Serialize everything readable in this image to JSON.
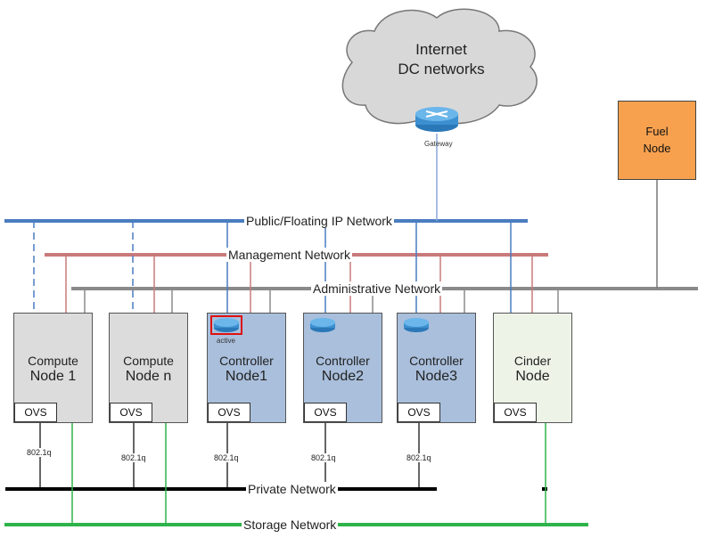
{
  "cloud": {
    "line1": "Internet",
    "line2": "DC networks"
  },
  "gateway": {
    "label": "Gateway"
  },
  "fuel": {
    "line1": "Fuel",
    "line2": "Node"
  },
  "networks": {
    "public": "Public/Floating IP Network",
    "management": "Management Network",
    "administrative": "Administrative Network",
    "private": "Private Network",
    "storage": "Storage Network"
  },
  "nodes": [
    {
      "line1": "Compute",
      "line2": "Node 1",
      "ovs": "OVS",
      "vlan": "802.1q"
    },
    {
      "line1": "Compute",
      "line2": "Node n",
      "ovs": "OVS",
      "vlan": "802.1q"
    },
    {
      "line1": "Controller",
      "line2": "Node1",
      "ovs": "OVS",
      "vlan": "802.1q",
      "router_label": "active"
    },
    {
      "line1": "Controller",
      "line2": "Node2",
      "ovs": "OVS",
      "vlan": "802.1q"
    },
    {
      "line1": "Controller",
      "line2": "Node3",
      "ovs": "OVS",
      "vlan": "802.1q"
    },
    {
      "line1": "Cinder",
      "line2": "Node",
      "ovs": "OVS"
    }
  ],
  "colors": {
    "public": "#4a7cc0",
    "management": "#c97a7a",
    "administrative": "#8a8a8a",
    "private": "#000000",
    "storage": "#2db34a",
    "compute_fill": "#dcdcdc",
    "controller_fill": "#a9bfdc",
    "cinder_fill": "#eef3e8",
    "fuel_fill": "#f7a14f"
  }
}
